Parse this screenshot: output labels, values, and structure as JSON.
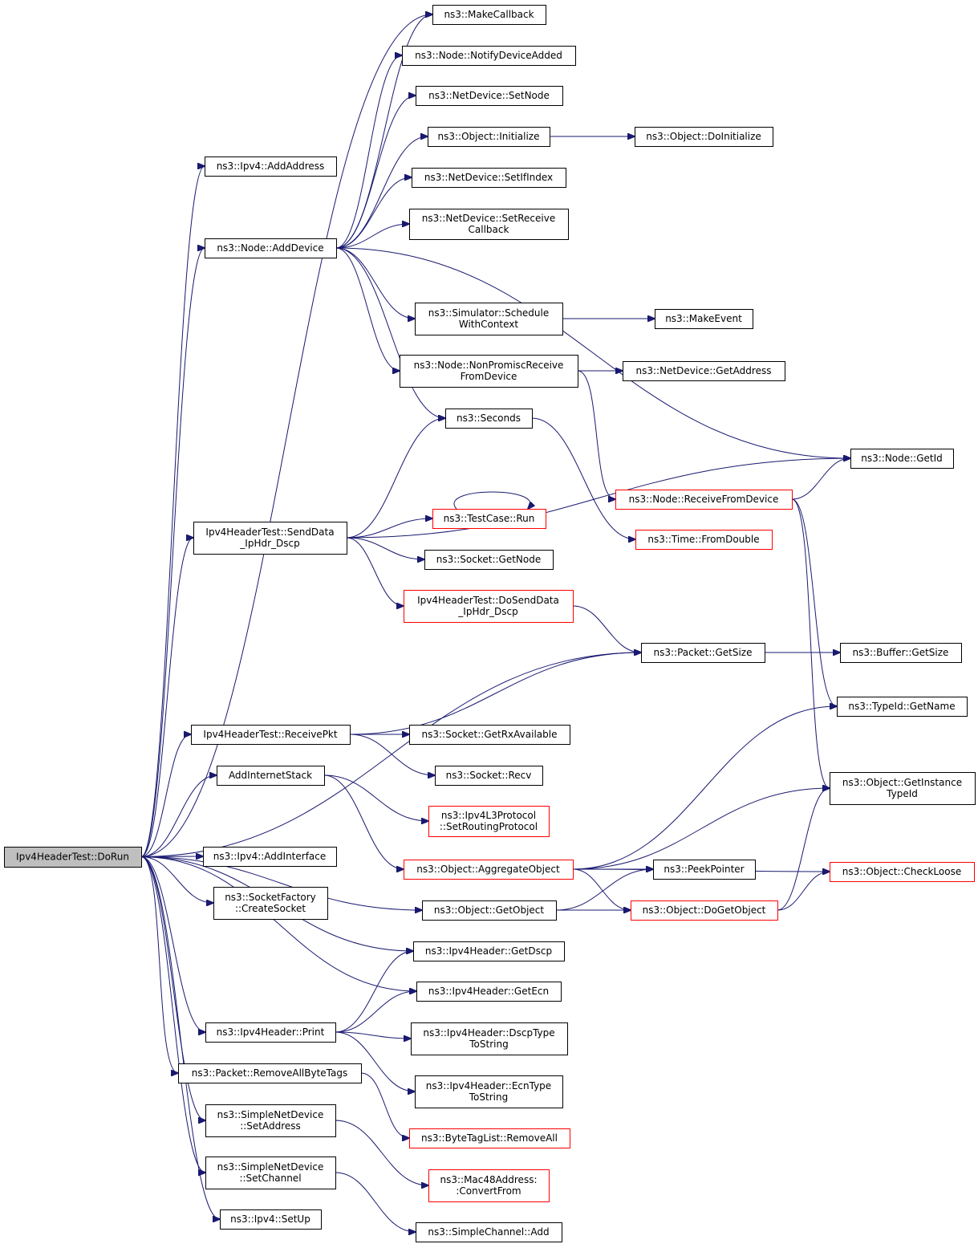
{
  "graph": {
    "nodes": [
      {
        "id": "doRun",
        "lines": [
          "Ipv4HeaderTest::DoRun"
        ],
        "root": true,
        "truncated": false
      },
      {
        "id": "makeCallback",
        "lines": [
          "ns3::MakeCallback"
        ],
        "truncated": false
      },
      {
        "id": "notifyDeviceAdded",
        "lines": [
          "ns3::Node::NotifyDeviceAdded"
        ],
        "truncated": false
      },
      {
        "id": "setNode",
        "lines": [
          "ns3::NetDevice::SetNode"
        ],
        "truncated": false
      },
      {
        "id": "objInitialize",
        "lines": [
          "ns3::Object::Initialize"
        ],
        "truncated": false
      },
      {
        "id": "objDoInitialize",
        "lines": [
          "ns3::Object::DoInitialize"
        ],
        "truncated": false
      },
      {
        "id": "addAddress",
        "lines": [
          "ns3::Ipv4::AddAddress"
        ],
        "truncated": false
      },
      {
        "id": "setIfIndex",
        "lines": [
          "ns3::NetDevice::SetIfIndex"
        ],
        "truncated": false
      },
      {
        "id": "setReceiveCallback",
        "lines": [
          "ns3::NetDevice::SetReceive",
          "Callback"
        ],
        "truncated": false
      },
      {
        "id": "addDevice",
        "lines": [
          "ns3::Node::AddDevice"
        ],
        "truncated": false
      },
      {
        "id": "scheduleWithContext",
        "lines": [
          "ns3::Simulator::Schedule",
          "WithContext"
        ],
        "truncated": false
      },
      {
        "id": "makeEvent",
        "lines": [
          "ns3::MakeEvent"
        ],
        "truncated": false
      },
      {
        "id": "nonPromiscReceive",
        "lines": [
          "ns3::Node::NonPromiscReceive",
          "FromDevice"
        ],
        "truncated": false
      },
      {
        "id": "getAddress",
        "lines": [
          "ns3::NetDevice::GetAddress"
        ],
        "truncated": false
      },
      {
        "id": "seconds",
        "lines": [
          "ns3::Seconds"
        ],
        "truncated": false
      },
      {
        "id": "nodeGetId",
        "lines": [
          "ns3::Node::GetId"
        ],
        "truncated": false
      },
      {
        "id": "receiveFromDevice",
        "lines": [
          "ns3::Node::ReceiveFromDevice"
        ],
        "truncated": true
      },
      {
        "id": "testCaseRun",
        "lines": [
          "ns3::TestCase::Run"
        ],
        "truncated": true
      },
      {
        "id": "sendData",
        "lines": [
          "Ipv4HeaderTest::SendData",
          "_IpHdr_Dscp"
        ],
        "truncated": false
      },
      {
        "id": "fromDouble",
        "lines": [
          "ns3::Time::FromDouble"
        ],
        "truncated": true
      },
      {
        "id": "socketGetNode",
        "lines": [
          "ns3::Socket::GetNode"
        ],
        "truncated": false
      },
      {
        "id": "doSendData",
        "lines": [
          "Ipv4HeaderTest::DoSendData",
          "_IpHdr_Dscp"
        ],
        "truncated": true
      },
      {
        "id": "packetGetSize",
        "lines": [
          "ns3::Packet::GetSize"
        ],
        "truncated": false
      },
      {
        "id": "bufferGetSize",
        "lines": [
          "ns3::Buffer::GetSize"
        ],
        "truncated": false
      },
      {
        "id": "typeIdGetName",
        "lines": [
          "ns3::TypeId::GetName"
        ],
        "truncated": false
      },
      {
        "id": "receivePkt",
        "lines": [
          "Ipv4HeaderTest::ReceivePkt"
        ],
        "truncated": false
      },
      {
        "id": "getRxAvailable",
        "lines": [
          "ns3::Socket::GetRxAvailable"
        ],
        "truncated": false
      },
      {
        "id": "socketRecv",
        "lines": [
          "ns3::Socket::Recv"
        ],
        "truncated": false
      },
      {
        "id": "addInternetStack",
        "lines": [
          "AddInternetStack"
        ],
        "truncated": false
      },
      {
        "id": "getInstanceTypeId",
        "lines": [
          "ns3::Object::GetInstance",
          "TypeId"
        ],
        "truncated": false
      },
      {
        "id": "setRoutingProtocol",
        "lines": [
          "ns3::Ipv4L3Protocol",
          "::SetRoutingProtocol"
        ],
        "truncated": true
      },
      {
        "id": "aggregateObject",
        "lines": [
          "ns3::Object::AggregateObject"
        ],
        "truncated": true
      },
      {
        "id": "checkLoose",
        "lines": [
          "ns3::Object::CheckLoose"
        ],
        "truncated": true
      },
      {
        "id": "addInterface",
        "lines": [
          "ns3::Ipv4::AddInterface"
        ],
        "truncated": false
      },
      {
        "id": "peekPointer",
        "lines": [
          "ns3::PeekPointer"
        ],
        "truncated": false
      },
      {
        "id": "createSocket",
        "lines": [
          "ns3::SocketFactory",
          "::CreateSocket"
        ],
        "truncated": false
      },
      {
        "id": "getObject",
        "lines": [
          "ns3::Object::GetObject"
        ],
        "truncated": false
      },
      {
        "id": "doGetObject",
        "lines": [
          "ns3::Object::DoGetObject"
        ],
        "truncated": true
      },
      {
        "id": "getDscp",
        "lines": [
          "ns3::Ipv4Header::GetDscp"
        ],
        "truncated": false
      },
      {
        "id": "getEcn",
        "lines": [
          "ns3::Ipv4Header::GetEcn"
        ],
        "truncated": false
      },
      {
        "id": "headerPrint",
        "lines": [
          "ns3::Ipv4Header::Print"
        ],
        "truncated": false
      },
      {
        "id": "dscpTypeToString",
        "lines": [
          "ns3::Ipv4Header::DscpType",
          "ToString"
        ],
        "truncated": false
      },
      {
        "id": "removeAllByteTags",
        "lines": [
          "ns3::Packet::RemoveAllByteTags"
        ],
        "truncated": false
      },
      {
        "id": "ecnTypeToString",
        "lines": [
          "ns3::Ipv4Header::EcnType",
          "ToString"
        ],
        "truncated": false
      },
      {
        "id": "simpleSetAddress",
        "lines": [
          "ns3::SimpleNetDevice",
          "::SetAddress"
        ],
        "truncated": false
      },
      {
        "id": "byteTagListRemoveAll",
        "lines": [
          "ns3::ByteTagList::RemoveAll"
        ],
        "truncated": true
      },
      {
        "id": "simpleSetChannel",
        "lines": [
          "ns3::SimpleNetDevice",
          "::SetChannel"
        ],
        "truncated": false
      },
      {
        "id": "convertFrom",
        "lines": [
          "ns3::Mac48Address:",
          ":ConvertFrom"
        ],
        "truncated": true
      },
      {
        "id": "ipv4SetUp",
        "lines": [
          "ns3::Ipv4::SetUp"
        ],
        "truncated": false
      },
      {
        "id": "simpleChannelAdd",
        "lines": [
          "ns3::SimpleChannel::Add"
        ],
        "truncated": false
      }
    ],
    "edges": [
      [
        "doRun",
        "addAddress"
      ],
      [
        "doRun",
        "makeCallback"
      ],
      [
        "doRun",
        "addDevice"
      ],
      [
        "doRun",
        "sendData"
      ],
      [
        "doRun",
        "packetGetSize"
      ],
      [
        "doRun",
        "receivePkt"
      ],
      [
        "doRun",
        "addInternetStack"
      ],
      [
        "doRun",
        "getObject"
      ],
      [
        "doRun",
        "addInterface"
      ],
      [
        "doRun",
        "createSocket"
      ],
      [
        "doRun",
        "getDscp"
      ],
      [
        "doRun",
        "getEcn"
      ],
      [
        "doRun",
        "headerPrint"
      ],
      [
        "doRun",
        "removeAllByteTags"
      ],
      [
        "doRun",
        "simpleSetAddress"
      ],
      [
        "doRun",
        "simpleSetChannel"
      ],
      [
        "doRun",
        "ipv4SetUp"
      ],
      [
        "addDevice",
        "makeCallback"
      ],
      [
        "addDevice",
        "notifyDeviceAdded"
      ],
      [
        "addDevice",
        "setNode"
      ],
      [
        "addDevice",
        "objInitialize"
      ],
      [
        "addDevice",
        "setIfIndex"
      ],
      [
        "addDevice",
        "setReceiveCallback"
      ],
      [
        "addDevice",
        "nodeGetId"
      ],
      [
        "addDevice",
        "scheduleWithContext"
      ],
      [
        "addDevice",
        "nonPromiscReceive"
      ],
      [
        "addDevice",
        "seconds"
      ],
      [
        "objInitialize",
        "objDoInitialize"
      ],
      [
        "scheduleWithContext",
        "makeEvent"
      ],
      [
        "nonPromiscReceive",
        "getAddress"
      ],
      [
        "nonPromiscReceive",
        "receiveFromDevice"
      ],
      [
        "seconds",
        "fromDouble"
      ],
      [
        "receiveFromDevice",
        "nodeGetId"
      ],
      [
        "receiveFromDevice",
        "typeIdGetName"
      ],
      [
        "receiveFromDevice",
        "getInstanceTypeId"
      ],
      [
        "sendData",
        "seconds"
      ],
      [
        "sendData",
        "nodeGetId"
      ],
      [
        "sendData",
        "testCaseRun"
      ],
      [
        "sendData",
        "socketGetNode"
      ],
      [
        "sendData",
        "doSendData"
      ],
      [
        "testCaseRun",
        "testCaseRun"
      ],
      [
        "doSendData",
        "packetGetSize"
      ],
      [
        "packetGetSize",
        "bufferGetSize"
      ],
      [
        "receivePkt",
        "packetGetSize"
      ],
      [
        "receivePkt",
        "getRxAvailable"
      ],
      [
        "receivePkt",
        "socketRecv"
      ],
      [
        "addInternetStack",
        "setRoutingProtocol"
      ],
      [
        "addInternetStack",
        "aggregateObject"
      ],
      [
        "aggregateObject",
        "typeIdGetName"
      ],
      [
        "aggregateObject",
        "getInstanceTypeId"
      ],
      [
        "aggregateObject",
        "checkLoose"
      ],
      [
        "aggregateObject",
        "peekPointer"
      ],
      [
        "aggregateObject",
        "doGetObject"
      ],
      [
        "getObject",
        "peekPointer"
      ],
      [
        "getObject",
        "doGetObject"
      ],
      [
        "doGetObject",
        "getInstanceTypeId"
      ],
      [
        "doGetObject",
        "checkLoose"
      ],
      [
        "headerPrint",
        "getDscp"
      ],
      [
        "headerPrint",
        "getEcn"
      ],
      [
        "headerPrint",
        "dscpTypeToString"
      ],
      [
        "headerPrint",
        "ecnTypeToString"
      ],
      [
        "removeAllByteTags",
        "byteTagListRemoveAll"
      ],
      [
        "simpleSetAddress",
        "convertFrom"
      ],
      [
        "simpleSetChannel",
        "simpleChannelAdd"
      ]
    ]
  }
}
